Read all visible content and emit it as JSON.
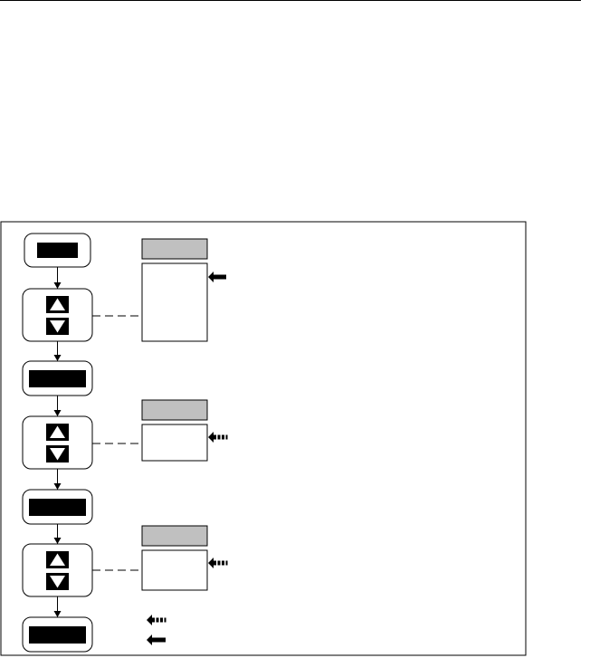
{
  "colors": {
    "ink": "#000000",
    "paper": "#ffffff",
    "panel_header_fill": "#c0c0c0",
    "key_fill": "#000000"
  },
  "flow_steps": [
    {
      "kind": "key",
      "label": ""
    },
    {
      "kind": "arrow-keys",
      "up_icon": "triangle-up-icon",
      "down_icon": "triangle-down-icon"
    },
    {
      "kind": "key",
      "label": ""
    },
    {
      "kind": "arrow-keys",
      "up_icon": "triangle-up-icon",
      "down_icon": "triangle-down-icon"
    },
    {
      "kind": "key",
      "label": ""
    },
    {
      "kind": "arrow-keys",
      "up_icon": "triangle-up-icon",
      "down_icon": "triangle-down-icon"
    },
    {
      "kind": "key",
      "label": ""
    }
  ],
  "option_panels": [
    {
      "header": "",
      "body_lines": [],
      "pointer": "solid-arrow-icon"
    },
    {
      "header": "",
      "body_lines": [],
      "pointer": "dashed-arrow-icon"
    },
    {
      "header": "",
      "body_lines": [],
      "pointer": "dashed-arrow-icon"
    }
  ],
  "legend": [
    {
      "icon": "dashed-arrow-icon",
      "text": ""
    },
    {
      "icon": "solid-arrow-icon",
      "text": ""
    }
  ]
}
